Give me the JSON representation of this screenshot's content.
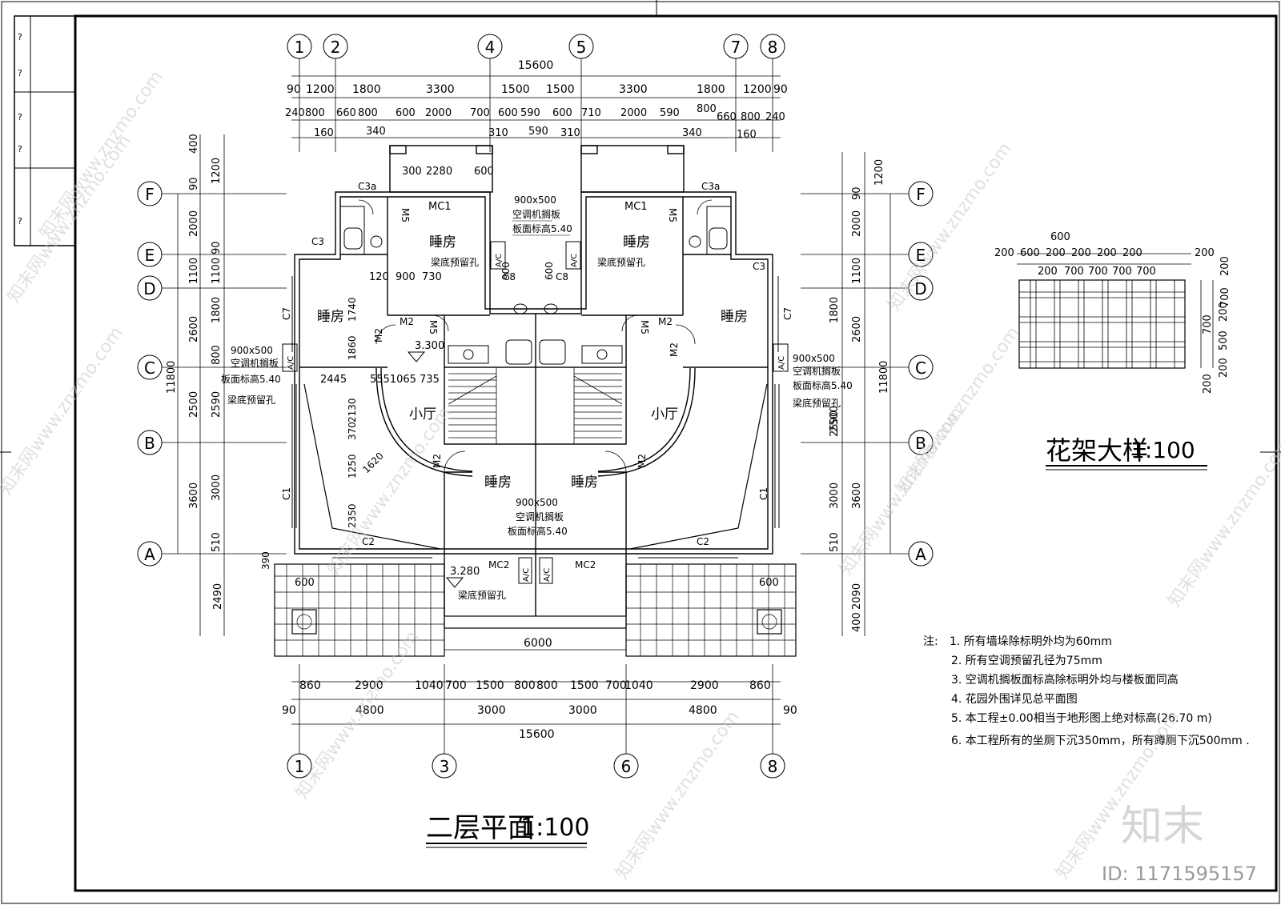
{
  "drawing_title": "二层平面",
  "drawing_scale": "1:100",
  "detail_title": "花架大样",
  "detail_scale": "1:100",
  "title_block_marks": [
    "?",
    "?",
    "?",
    "?",
    "?"
  ],
  "axis_top": [
    "1",
    "2",
    "4",
    "5",
    "7",
    "8"
  ],
  "axis_bottom": [
    "1",
    "3",
    "6",
    "8"
  ],
  "axis_side": [
    "F",
    "E",
    "D",
    "C",
    "B",
    "A"
  ],
  "dims_top_overall": "15600",
  "dims_top_row1": [
    "90",
    "1200",
    "1800",
    "3300",
    "1500",
    "1500",
    "3300",
    "1800",
    "1200",
    "90"
  ],
  "dims_top_row2": [
    "240",
    "800",
    "660",
    "800",
    "600",
    "2000",
    "700",
    "600",
    "590",
    "600",
    "710",
    "2000",
    "590",
    "800",
    "660",
    "800",
    "240"
  ],
  "dims_top_row3": [
    "160",
    "340",
    "310",
    "590",
    "310",
    "340",
    "160"
  ],
  "dims_bottom_row1": [
    "860",
    "2900",
    "1040",
    "700",
    "1500",
    "800",
    "800",
    "1500",
    "700",
    "1040",
    "2900",
    "860"
  ],
  "dims_bottom_row2": [
    "90",
    "4800",
    "3000",
    "3000",
    "4800",
    "90"
  ],
  "dims_bottom_overall": "15600",
  "dims_bottom_6000": "6000",
  "dims_left_outer": [
    "400",
    "1200",
    "90",
    "2000",
    "1100",
    "2600",
    "2500",
    "3600",
    "2490"
  ],
  "dims_left_inner": [
    "1200",
    "90",
    "1100",
    "1800",
    "800",
    "2590",
    "3000",
    "510"
  ],
  "dims_left_total": "11800",
  "dims_right_outer": [
    "1200",
    "2000",
    "1100",
    "2600",
    "2500",
    "3600",
    "2090",
    "400"
  ],
  "dims_right_inner": [
    "90",
    "1100",
    "1800",
    "2590",
    "3000",
    "510"
  ],
  "dims_right_total": "11800",
  "rooms": {
    "bedroom": "睡房",
    "hall": "小厅"
  },
  "labels": {
    "mc1": "MC1",
    "mc2": "MC2",
    "m2": "M2",
    "m5": "M5",
    "c1": "C1",
    "c2": "C2",
    "c3": "C3",
    "c3a": "C3a",
    "c7": "C7",
    "c8": "C8",
    "ac": "A/C",
    "level_3300": "3.300",
    "level_3280": "3.280",
    "dim_2280": "2280",
    "dim_300": "300",
    "dim_600": "600",
    "dim_120": "120",
    "dim_900": "900",
    "dim_730": "730",
    "dim_1740": "1740",
    "dim_1860": "1860",
    "dim_2445": "2445",
    "dim_555_1065_735": "5551065 735",
    "dim_2130": "2130",
    "dim_370": "370",
    "dim_1250": "1250",
    "dim_1620": "1620",
    "dim_2350": "2350",
    "dim_390": "390"
  },
  "ac_note": {
    "size": "900x500",
    "line1": "空调机搁板",
    "line2": "板面标高5.40",
    "line3": "梁底预留孔"
  },
  "detail_dims_top": [
    "600",
    "200",
    "600",
    "200",
    "200",
    "200",
    "200",
    "200"
  ],
  "detail_dims_top2": [
    "200",
    "700",
    "700",
    "700",
    "700"
  ],
  "detail_dims_right": [
    "200",
    "700",
    "200",
    "700",
    "500",
    "200",
    "200"
  ],
  "notes_label": "注:",
  "notes": [
    "1. 所有墙垛除标明外均为60mm",
    "2. 所有空调预留孔径为75mm",
    "3. 空调机搁板面标高除标明外均与楼板面同高",
    "4. 花园外围详见总平面图",
    "5. 本工程±0.00相当于地形图上绝对标高(26.70 m)",
    "6. 本工程所有的坐厕下沉350mm，所有蹲厕下沉500mm ."
  ],
  "watermark_text": "知末网www.znzmo.com",
  "logo_text": "知末",
  "id_text": "ID: 1171595157"
}
